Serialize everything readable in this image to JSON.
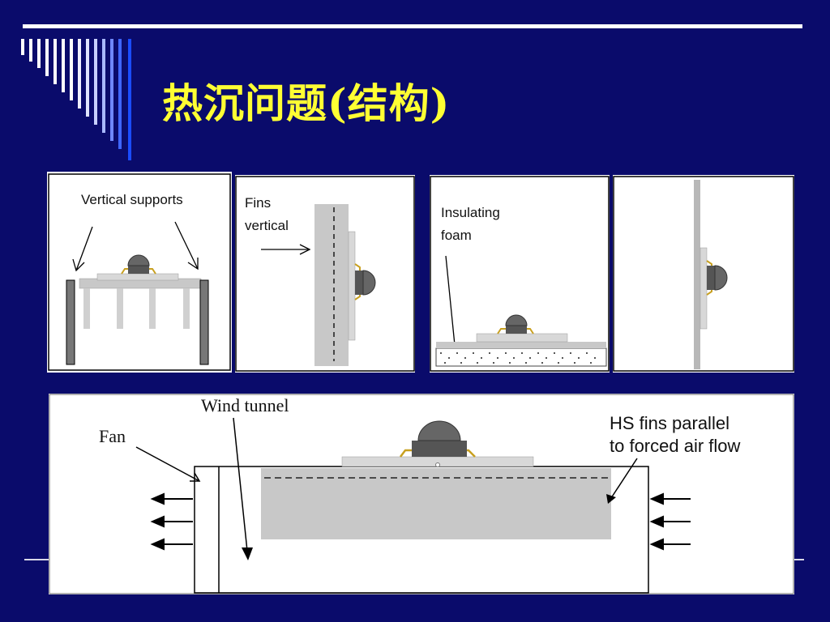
{
  "slide": {
    "title": "热沉问题(结构)"
  },
  "panels": {
    "vertical_supports": {
      "label": "Vertical supports"
    },
    "fins_vertical": {
      "label_line1": "Fins",
      "label_line2": "vertical"
    },
    "insulating_foam": {
      "label_line1": "Insulating",
      "label_line2": "foam"
    },
    "vertical_board": {}
  },
  "wind_tunnel": {
    "fan_label": "Fan",
    "tunnel_label": "Wind tunnel",
    "fins_label_line1": "HS fins parallel",
    "fins_label_line2": "to forced air flow"
  },
  "colors": {
    "background": "#0a0b6b",
    "title": "#ffff33",
    "heatsink": "#c8c8c8",
    "led_dome": "#555555",
    "lead_gold": "#c8a020"
  }
}
